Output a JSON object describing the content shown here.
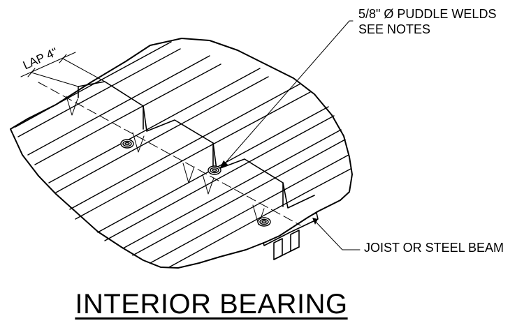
{
  "labels": {
    "weld_line1": "5/8\" Ø PUDDLE WELDS",
    "weld_line2": "SEE NOTES",
    "beam": "JOIST OR STEEL BEAM",
    "lap": "LAP 4\"",
    "title": "INTERIOR BEARING"
  },
  "colors": {
    "line": "#000000",
    "background": "#ffffff"
  }
}
